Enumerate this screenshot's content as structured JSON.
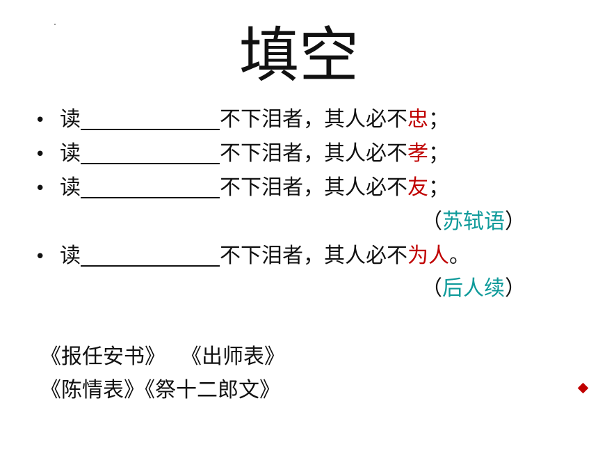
{
  "title": "填空",
  "colors": {
    "emphasis": "#c00000",
    "attribution": "#0e9a9a",
    "text": "#111111"
  },
  "lines": [
    {
      "prefix": "读",
      "middle": "不下泪者，其人必不",
      "highlight": "忠",
      "end": "；"
    },
    {
      "prefix": "读",
      "middle": "不下泪者，其人必不",
      "highlight": "孝",
      "end": "；"
    },
    {
      "prefix": "读",
      "middle": "不下泪者，其人必不",
      "highlight": "友",
      "end": "；"
    },
    {
      "prefix": "读",
      "middle": "不下泪者，其人必不",
      "highlight": "为人",
      "end": "。"
    }
  ],
  "attributions": [
    {
      "open": "（",
      "name": "苏轼语",
      "close": "）"
    },
    {
      "open": "（",
      "name": "后人续",
      "close": "）"
    }
  ],
  "books": {
    "row1": [
      "《报任安书》",
      "《出师表》"
    ],
    "row2": [
      "《陈情表》",
      "《祭十二郎文》"
    ]
  }
}
